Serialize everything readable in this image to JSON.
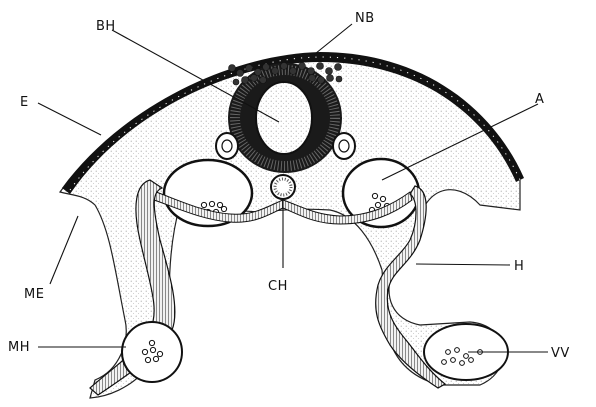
{
  "figure": {
    "labels": {
      "bh": "BH",
      "nb": "NB",
      "e": "E",
      "a": "A",
      "me": "ME",
      "ch": "CH",
      "h": "H",
      "mh": "MH",
      "vv": "VV"
    }
  }
}
